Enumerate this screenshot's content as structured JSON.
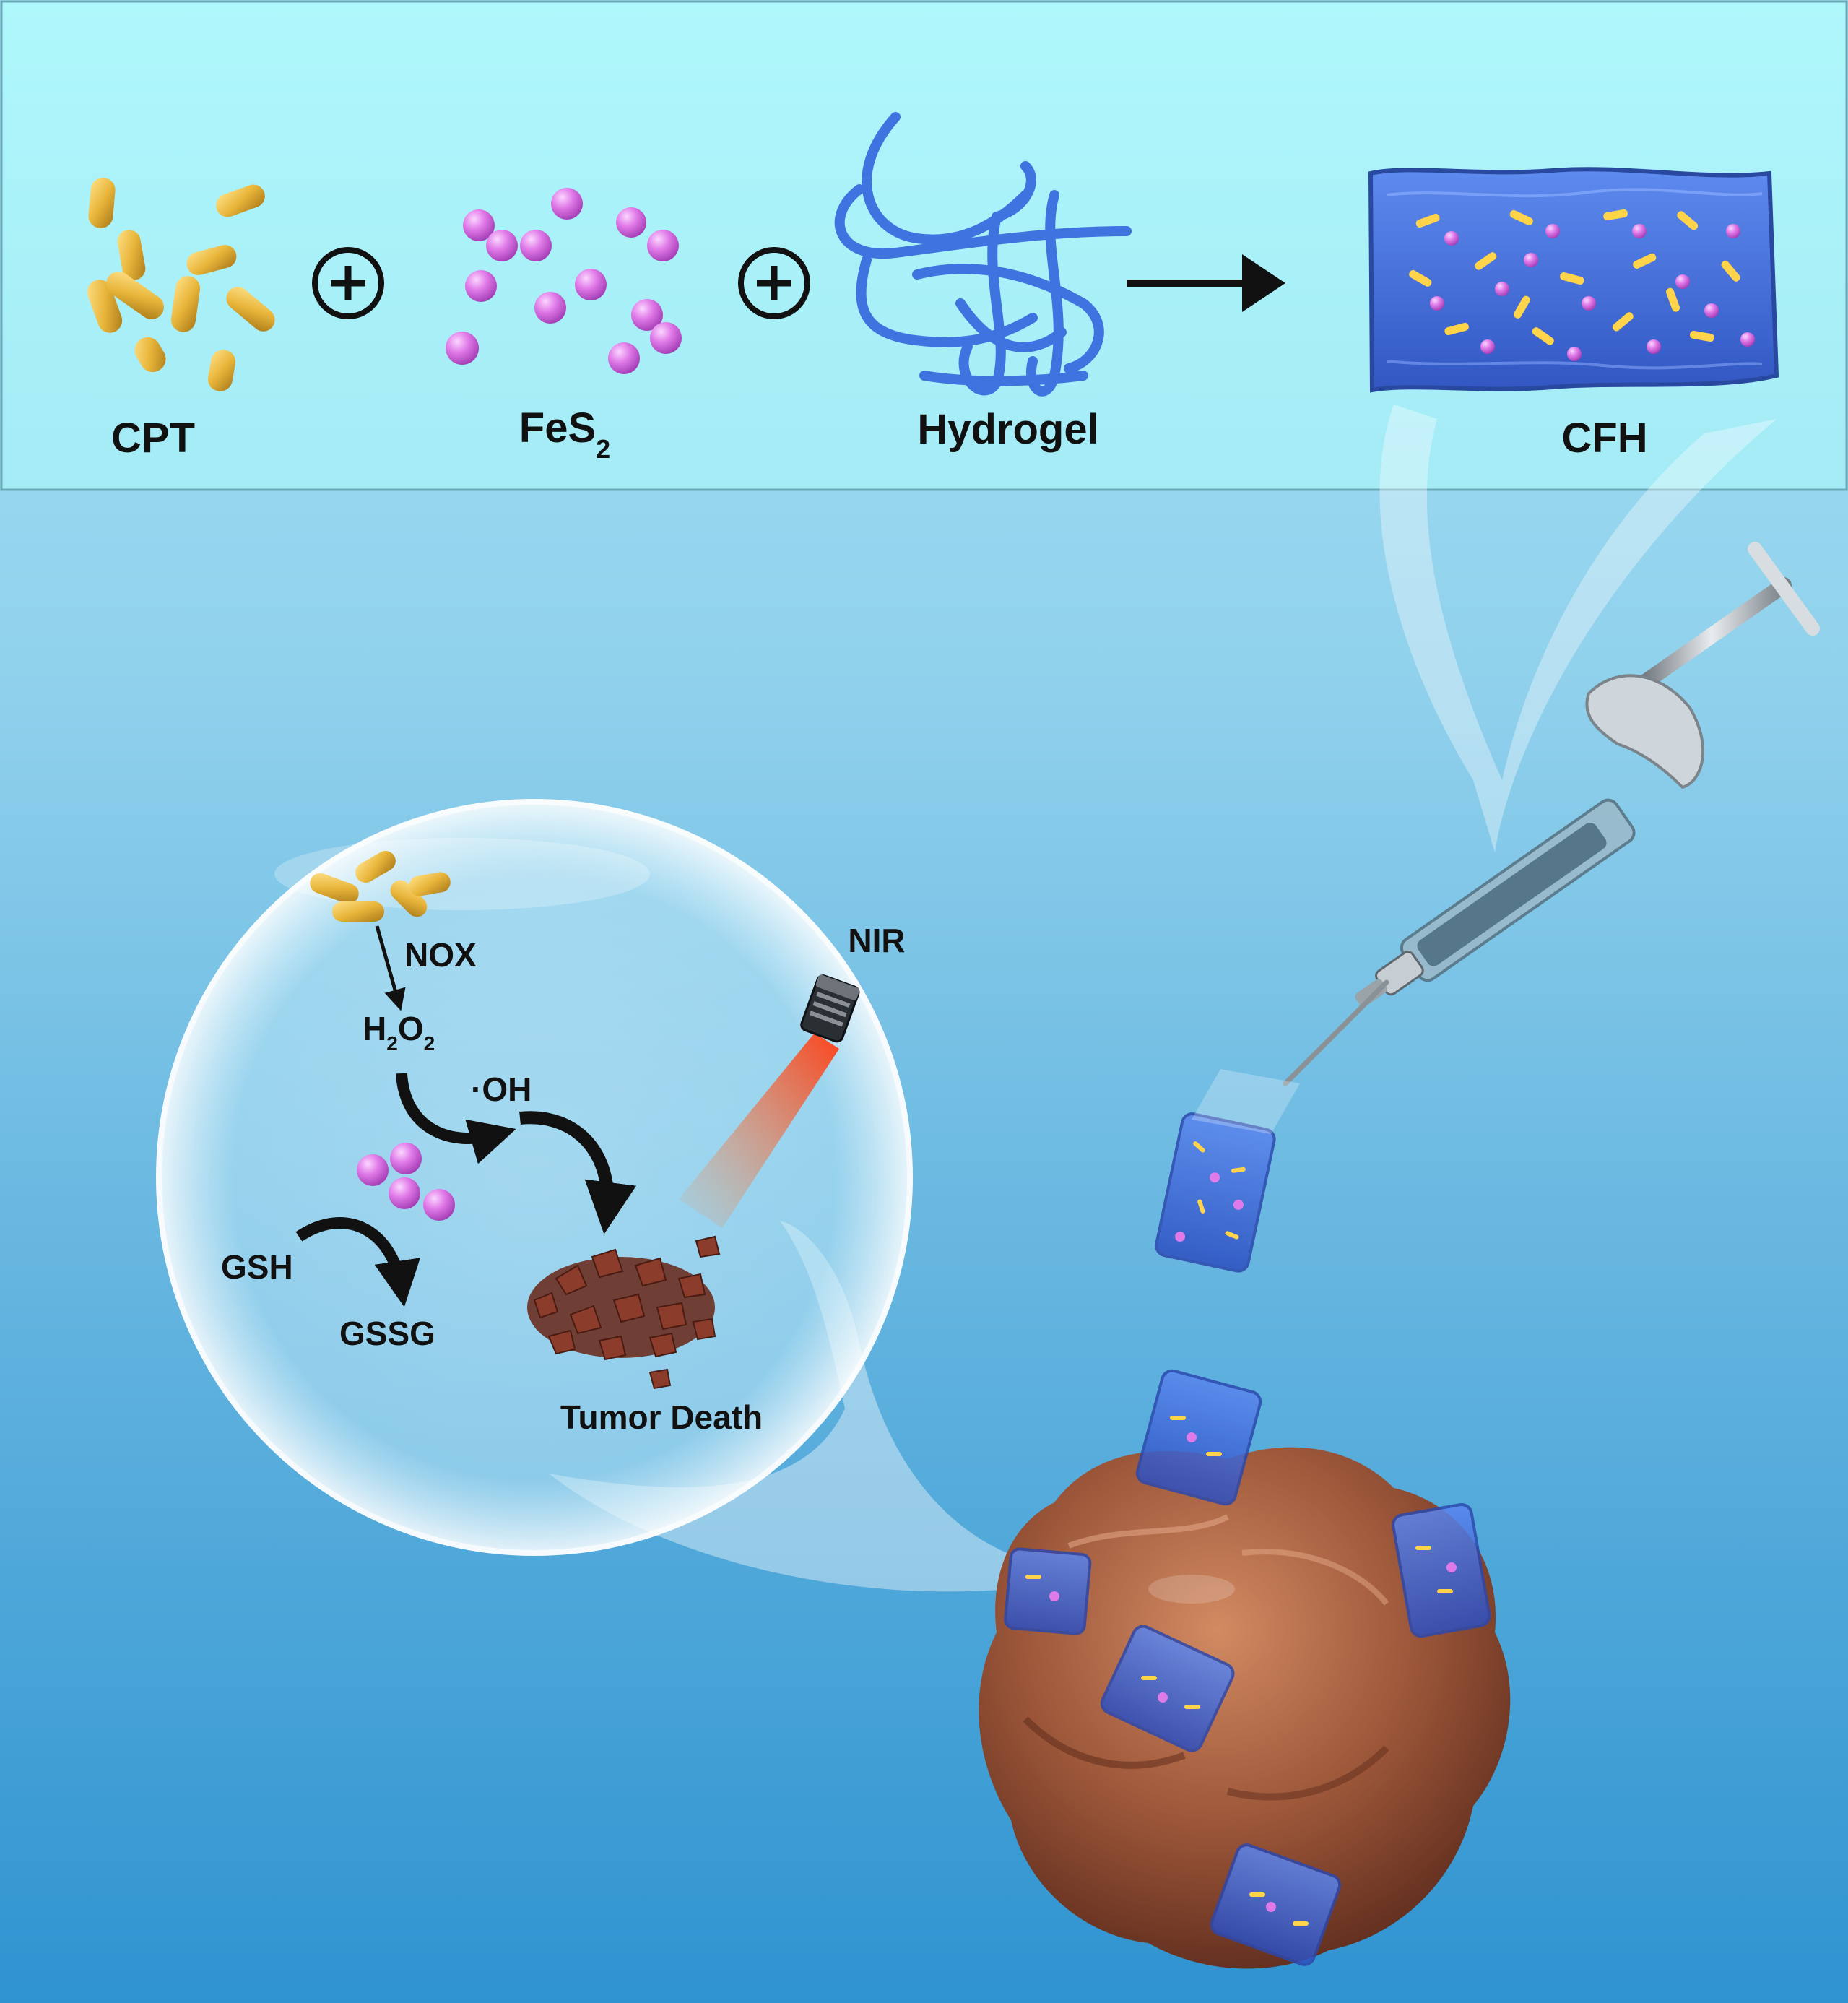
{
  "top_panel": {
    "components": [
      {
        "label": "CPT"
      },
      {
        "label_main": "FeS",
        "label_sub": "2"
      },
      {
        "label": "Hydrogel"
      }
    ],
    "product": {
      "label": "CFH"
    },
    "plus_symbol": "+"
  },
  "mechanism": {
    "nox": "NOX",
    "h2o2": {
      "a": "H",
      "b": "2",
      "c": "O",
      "d": "2"
    },
    "oh": "·OH",
    "gsh": "GSH",
    "gssg": "GSSG",
    "tumor_death": "Tumor Death",
    "nir": "NIR"
  },
  "colors": {
    "cpt_gold": "#e8b53a",
    "fes2_pink": "#e07ae8",
    "hydrogel_blue": "#3f73e0",
    "tumor_brown": "#9a5538",
    "laser_orange": "#ff5a1f",
    "top_panel_bg": "#b3f2f8",
    "bottom_bg": "#3f9fd6"
  }
}
